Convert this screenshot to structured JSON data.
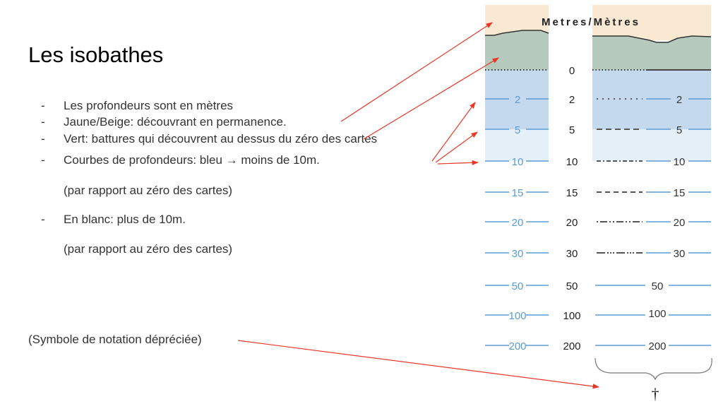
{
  "slide": {
    "title": "Les isobathes",
    "bullets": [
      {
        "dash": "-",
        "text": "Les profondeurs sont en mètres"
      },
      {
        "dash": "-",
        "text": "Jaune/Beige: découvrant en permanence."
      },
      {
        "dash": "-",
        "text": "Vert: battures qui découvrent au dessus du zéro des cartes"
      },
      {
        "dash": "-",
        "text": "Courbes de profondeurs: bleu → moins de 10m."
      },
      {
        "dash": "",
        "text": "(par rapport au zéro des cartes)"
      },
      {
        "dash": "-",
        "text": "En blanc: plus de 10m."
      },
      {
        "dash": "",
        "text": "(par rapport au zéro des cartes)"
      }
    ],
    "footnote": "(Symbole de notation dépréciée)"
  },
  "diagram": {
    "header": "Metres/Mètres",
    "depths": [
      "0",
      "2",
      "5",
      "10",
      "15",
      "20",
      "30",
      "50",
      "100",
      "200"
    ],
    "dagger": "†",
    "colors": {
      "beige": "#f9e9d3",
      "green": "#b5c9bd",
      "blue_dark": "#c4d9ee",
      "blue_light": "#e4eff8",
      "contour": "#5b9bd5",
      "arrow": "#e8382a"
    }
  }
}
